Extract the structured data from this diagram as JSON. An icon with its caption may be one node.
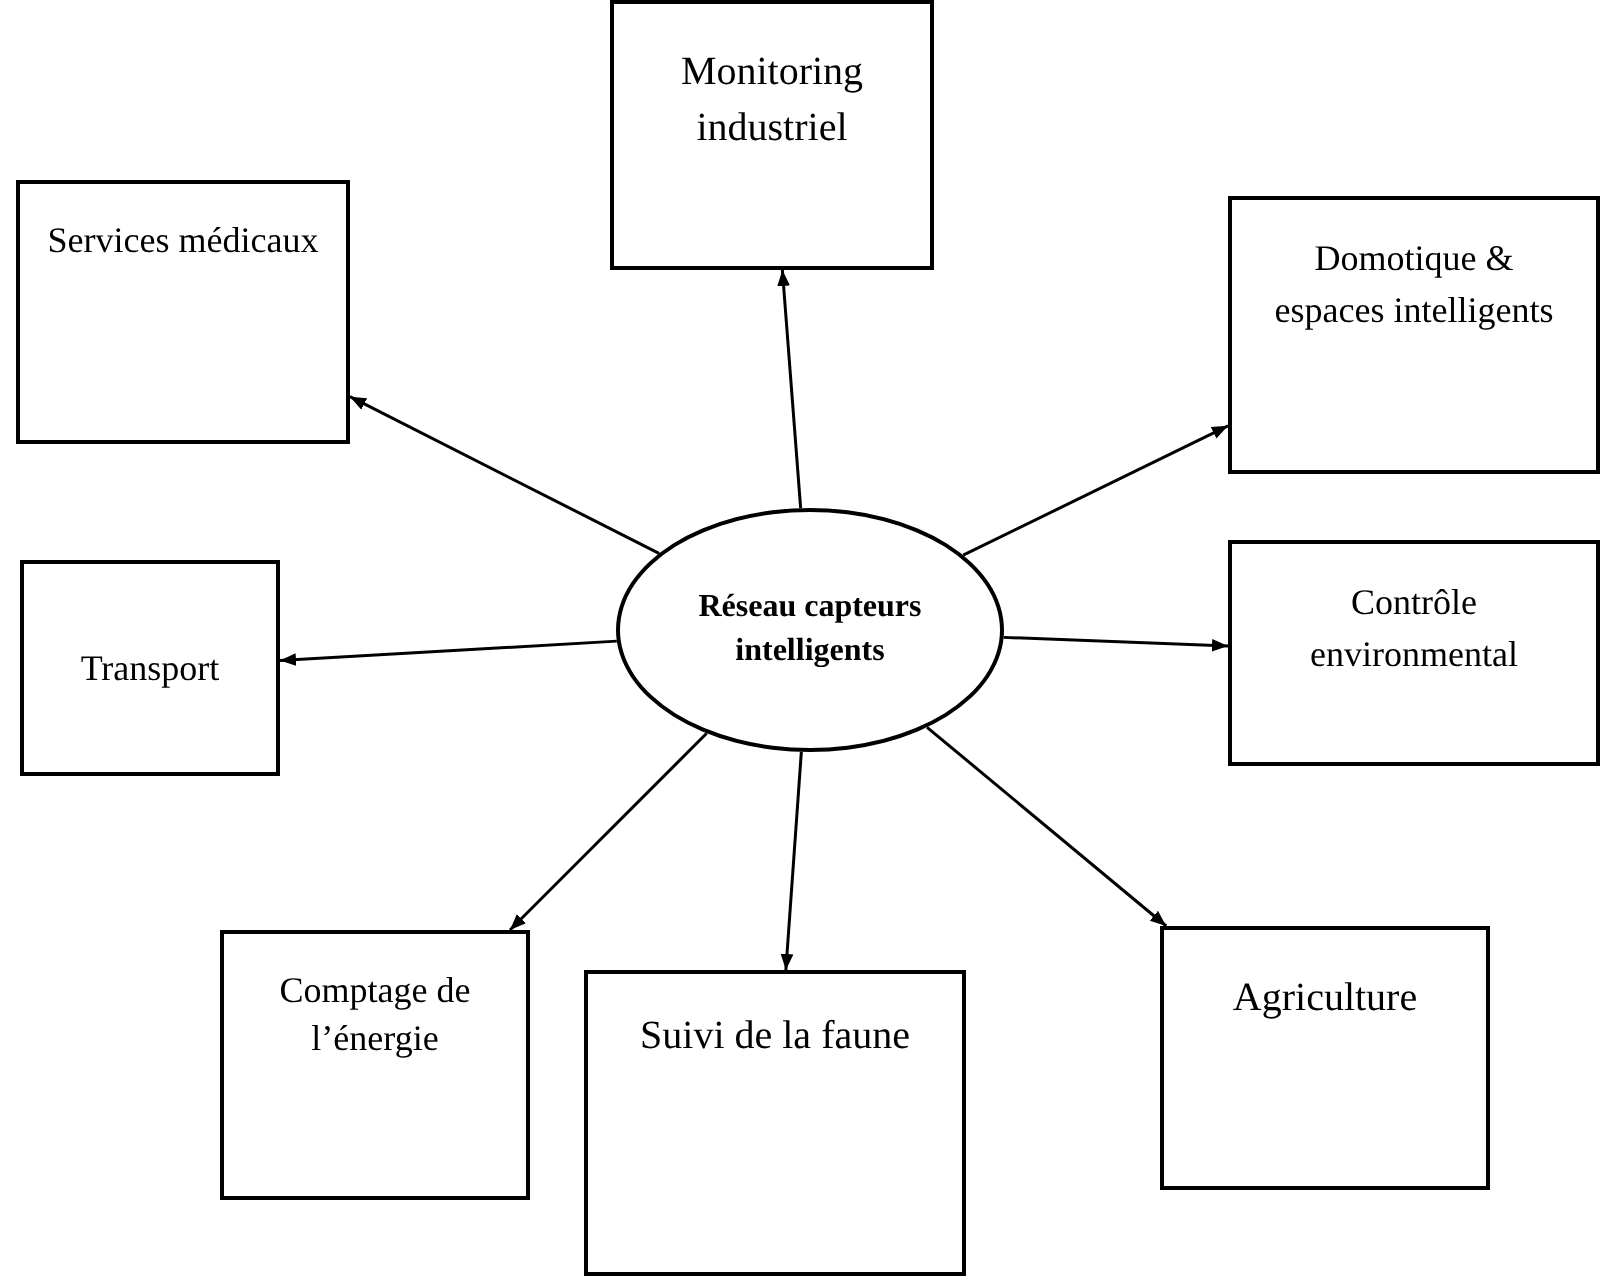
{
  "diagram": {
    "nodes": [
      {
        "text": [
          "Réseau capteurs intelligents"
        ]
      },
      {
        "text": [
          "Monitoring industriel"
        ]
      },
      {
        "text": [
          "Services médicaux"
        ]
      },
      {
        "text": [
          "Domotique & espaces intelligents"
        ]
      },
      {
        "text": [
          "Transport"
        ]
      },
      {
        "text": [
          "Contrôle environmental"
        ]
      },
      {
        "text": [
          "Comptage de l’énergie"
        ]
      },
      {
        "text": [
          "Suivi de la faune"
        ]
      },
      {
        "text": [
          "Agriculture"
        ]
      }
    ],
    "edges": [
      {
        "from": 0,
        "to": 1,
        "arrow": "to"
      },
      {
        "from": 0,
        "to": 2,
        "arrow": "to"
      },
      {
        "from": 0,
        "to": 3,
        "arrow": "to"
      },
      {
        "from": 0,
        "to": 4,
        "arrow": "to"
      },
      {
        "from": 0,
        "to": 5,
        "arrow": "to"
      },
      {
        "from": 0,
        "to": 6,
        "arrow": "to"
      },
      {
        "from": 0,
        "to": 7,
        "arrow": "to"
      },
      {
        "from": 0,
        "to": 8,
        "arrow": "to"
      }
    ]
  }
}
